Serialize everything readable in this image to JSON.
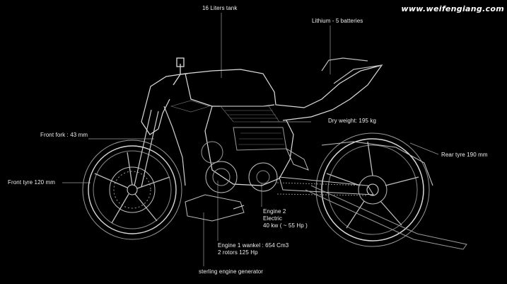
{
  "watermark": "www.weifengiang.com",
  "labels": {
    "tank": "16 Liters tank",
    "battery": "Lithium - 5 batteries",
    "dry_weight": "Dry weight: 195 kg",
    "front_fork": "Front fork : 43 mm",
    "rear_tyre": "Rear tyre 190 mm",
    "front_tyre": "Front tyre 120 mm",
    "engine2_line1": "Engine 2",
    "engine2_line2": "Electric",
    "engine2_line3": "40 kw  ( ~ 55 Hp )",
    "engine1_line1": "Engine 1 wankel :   654 Cm3",
    "engine1_line2": "2 rotors 125 Hp",
    "sterling": "sterling engine generator"
  }
}
